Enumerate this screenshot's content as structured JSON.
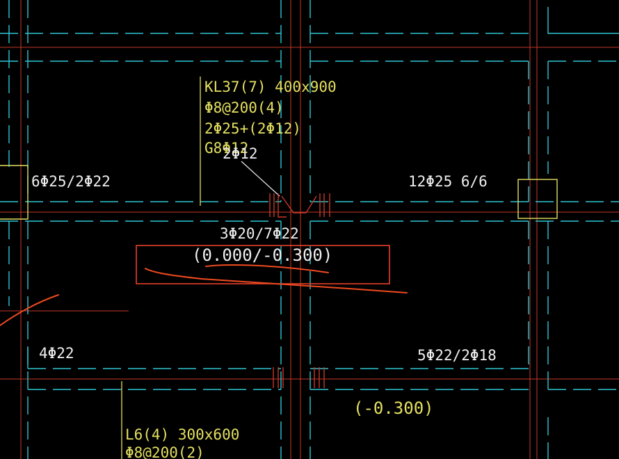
{
  "colors": {
    "background": "#000000",
    "red": "#c8382a",
    "cyan": "#2fc7d6",
    "yellow": "#e5e060",
    "white": "#f0f0f0",
    "highlight_box": "#e8402a",
    "markup_stroke": "#f04a20"
  },
  "beam_kl37": {
    "line1": "KL37(7) 400x900",
    "line2": "Φ8@200(4)",
    "line3": "2Φ25+(2Φ12)",
    "line4": "G8Φ12"
  },
  "beam_l6": {
    "line1": "L6(4) 300x600",
    "line2": "Φ8@200(2)"
  },
  "rebar_labels": {
    "waist_bars": "2Φ12",
    "left_support_top": "6Φ25/2Φ22",
    "right_support_top": "12Φ25 6/6",
    "bottom_bars": "3Φ20/7Φ22",
    "elevation_kl37": "(0.000/-0.300)",
    "left_lower": "4Φ22",
    "right_lower": "5Φ22/2Φ18",
    "elevation_l6": "(-0.300)"
  }
}
